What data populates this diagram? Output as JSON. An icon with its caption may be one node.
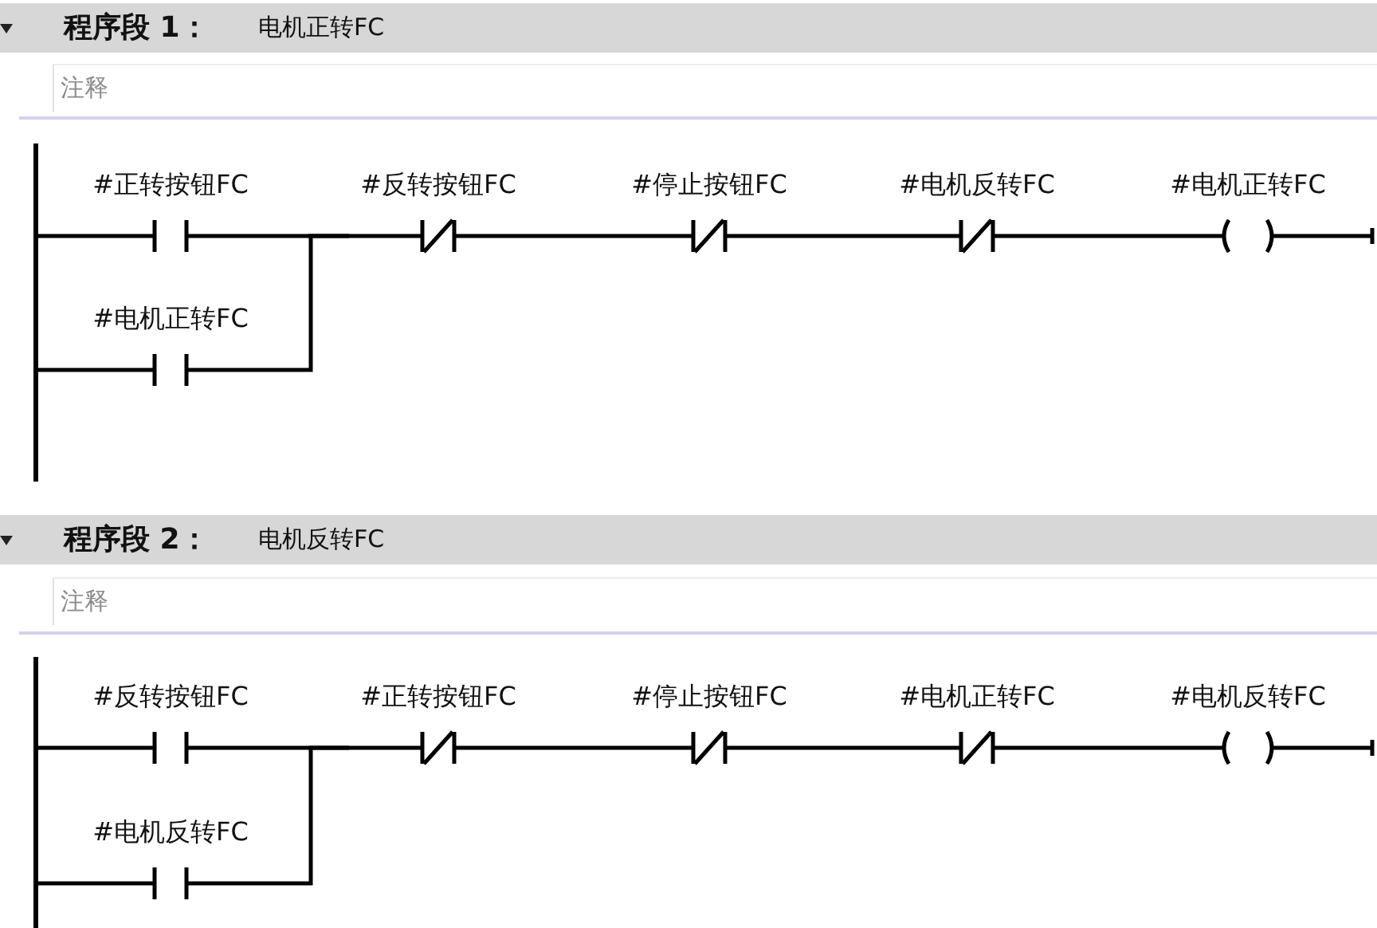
{
  "diagram": {
    "nodes": [
      {
        "text": [
          "程序段 1：",
          "电机正转FC"
        ]
      },
      {
        "text": [
          "注释"
        ]
      },
      {
        "text": [],
        "shape": "bar"
      },
      {
        "text": [
          "#正转按钮FC"
        ]
      },
      {
        "text": [
          "#反转按钮FC"
        ]
      },
      {
        "text": [
          "#停止按钮FC"
        ]
      },
      {
        "text": [
          "#电机反转FC"
        ]
      },
      {
        "text": [
          "#电机正转FC"
        ]
      },
      {
        "text": [
          "#电机正转FC"
        ]
      },
      {
        "text": [
          "程序段 2：",
          "电机反转FC"
        ]
      },
      {
        "text": [
          "注释"
        ]
      },
      {
        "text": [],
        "shape": "bar"
      },
      {
        "text": [
          "#反转按钮FC"
        ]
      },
      {
        "text": [
          "#正转按钮FC"
        ]
      },
      {
        "text": [
          "#停止按钮FC"
        ]
      },
      {
        "text": [
          "#电机正转FC"
        ]
      },
      {
        "text": [
          "#电机反转FC"
        ]
      },
      {
        "text": [
          "#电机反转FC"
        ]
      }
    ],
    "edges": [
      {
        "from": 2,
        "to": 3,
        "arrow": "none"
      },
      {
        "from": 2,
        "to": 8,
        "arrow": "none"
      },
      {
        "from": 3,
        "to": 4,
        "arrow": "none"
      },
      {
        "from": 8,
        "to": 4,
        "arrow": "none"
      },
      {
        "from": 4,
        "to": 5,
        "arrow": "none"
      },
      {
        "from": 5,
        "to": 6,
        "arrow": "none"
      },
      {
        "from": 6,
        "to": 7,
        "arrow": "none"
      },
      {
        "from": 7,
        "to": null,
        "arrow": "other"
      },
      {
        "from": 11,
        "to": 12,
        "arrow": "none"
      },
      {
        "from": 11,
        "to": 17,
        "arrow": "none"
      },
      {
        "from": 12,
        "to": 13,
        "arrow": "none"
      },
      {
        "from": 17,
        "to": 13,
        "arrow": "none"
      },
      {
        "from": 13,
        "to": 14,
        "arrow": "none"
      },
      {
        "from": 14,
        "to": 15,
        "arrow": "none"
      },
      {
        "from": 15,
        "to": 16,
        "arrow": "none"
      },
      {
        "from": 16,
        "to": null,
        "arrow": "other"
      }
    ]
  }
}
